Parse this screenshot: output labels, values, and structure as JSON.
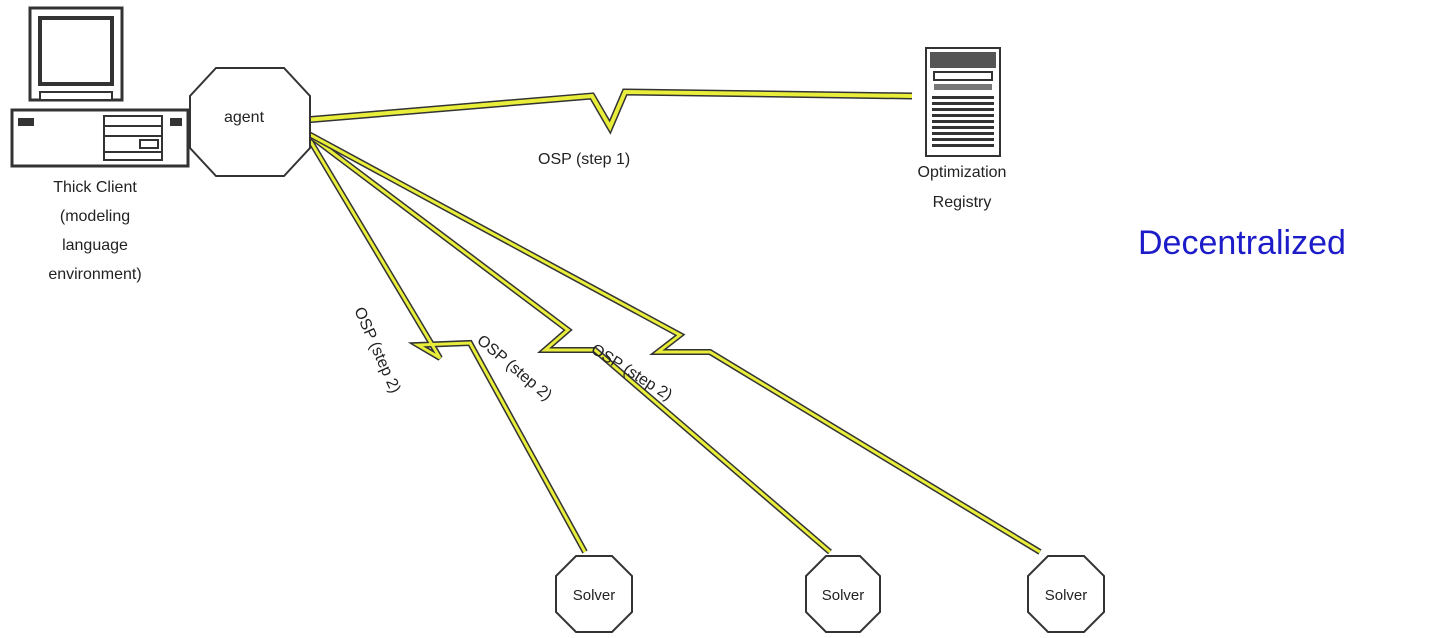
{
  "agent": {
    "label": "agent"
  },
  "client": {
    "label_lines": [
      "Thick Client",
      "(modeling",
      "language",
      "environment)"
    ]
  },
  "registry": {
    "label_lines": [
      "Optimization",
      "Registry"
    ]
  },
  "title": {
    "text": "Decentralized",
    "color": "#1c1cc8"
  },
  "links": {
    "step1": "OSP (step 1)",
    "step2": [
      "OSP (step 2)",
      "OSP (step 2)",
      "OSP (step 2)"
    ]
  },
  "solvers": [
    "Solver",
    "Solver",
    "Solver"
  ],
  "colors": {
    "bolt": "#e8ee3a",
    "line": "#333333",
    "node_fill": "#ffffff",
    "node_stroke": "#333333"
  },
  "icons": {
    "client": "desktop-computer-icon",
    "registry": "server-tower-icon"
  }
}
